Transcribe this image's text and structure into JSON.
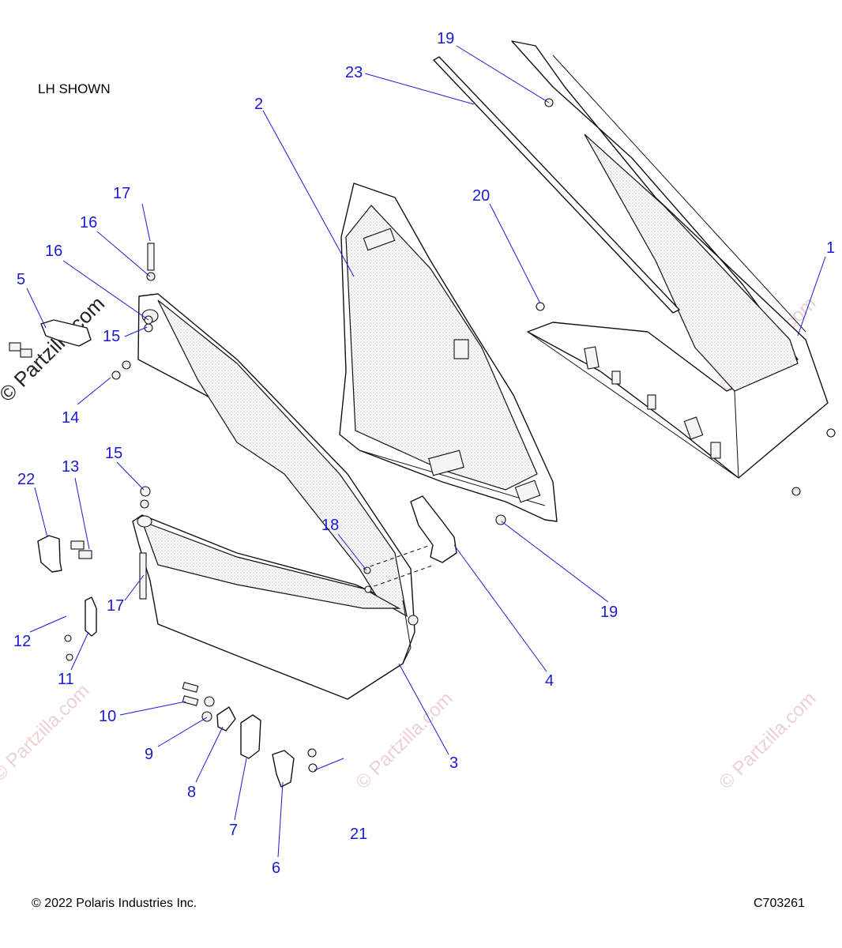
{
  "header": {
    "view_note": "LH SHOWN"
  },
  "footer": {
    "copyright": "© 2022 Polaris Industries Inc.",
    "code": "C703261"
  },
  "watermark": {
    "text": "© Partzilla.com",
    "color": "#e9c5c5"
  },
  "callout_color": "#1a1ad6",
  "callouts": [
    {
      "id": "c1",
      "label": "1"
    },
    {
      "id": "c2",
      "label": "2"
    },
    {
      "id": "c3",
      "label": "3"
    },
    {
      "id": "c4",
      "label": "4"
    },
    {
      "id": "c5",
      "label": "5"
    },
    {
      "id": "c6",
      "label": "6"
    },
    {
      "id": "c7",
      "label": "7"
    },
    {
      "id": "c8",
      "label": "8"
    },
    {
      "id": "c9",
      "label": "9"
    },
    {
      "id": "c10",
      "label": "10"
    },
    {
      "id": "c11",
      "label": "11"
    },
    {
      "id": "c12",
      "label": "12"
    },
    {
      "id": "c13",
      "label": "13"
    },
    {
      "id": "c14",
      "label": "14"
    },
    {
      "id": "c15a",
      "label": "15"
    },
    {
      "id": "c15b",
      "label": "15"
    },
    {
      "id": "c16a",
      "label": "16"
    },
    {
      "id": "c16b",
      "label": "16"
    },
    {
      "id": "c17a",
      "label": "17"
    },
    {
      "id": "c17b",
      "label": "17"
    },
    {
      "id": "c18",
      "label": "18"
    },
    {
      "id": "c19a",
      "label": "19"
    },
    {
      "id": "c19b",
      "label": "19"
    },
    {
      "id": "c20",
      "label": "20"
    },
    {
      "id": "c21",
      "label": "21"
    },
    {
      "id": "c22",
      "label": "22"
    },
    {
      "id": "c23",
      "label": "23"
    }
  ]
}
